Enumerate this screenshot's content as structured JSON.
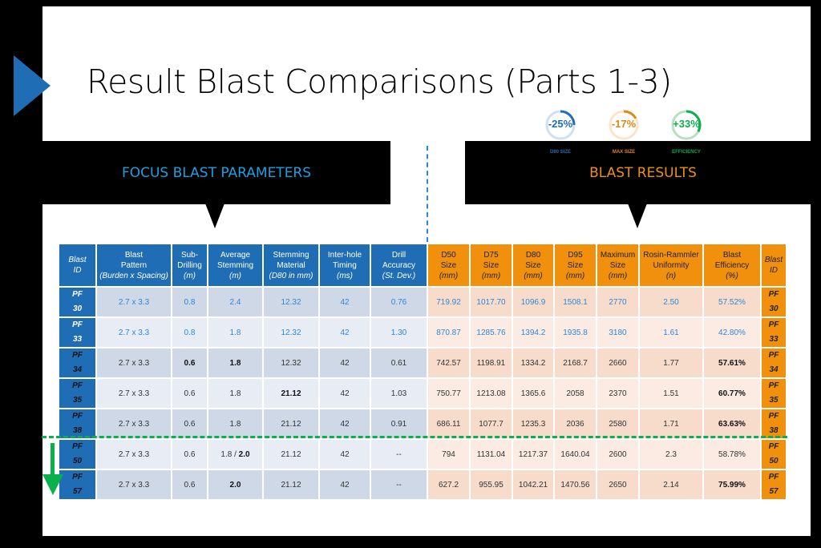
{
  "title": "Result Blast Comparisons (Parts 1-3)",
  "section_left": "FOCUS BLAST PARAMETERS",
  "section_right": "BLAST RESULTS",
  "kpis": [
    {
      "value": "-25%",
      "label": "D80 SIZE",
      "color": "#1f6db5",
      "track": "#cfe0f3",
      "fill": 0.25
    },
    {
      "value": "-17%",
      "label": "MAX SIZE",
      "color": "#e08a10",
      "track": "#fde3c8",
      "fill": 0.17
    },
    {
      "value": "+33%",
      "label": "EFFICIENCY",
      "color": "#0ab04b",
      "track": "#b8dfc0",
      "fill": 0.33
    }
  ],
  "headers": {
    "id": [
      "Blast",
      "ID"
    ],
    "pattern": [
      "Blast",
      "Pattern",
      "(Burden x Spacing)"
    ],
    "sub": [
      "Sub-",
      "Drilling",
      "(m)"
    ],
    "avg": [
      "Average",
      "Stemming",
      "(m)"
    ],
    "stem": [
      "Stemming",
      "Material",
      "(D80 in mm)"
    ],
    "timing": [
      "Inter-hole",
      "Timing",
      "(ms)"
    ],
    "drill": [
      "Drill",
      "Accuracy",
      "(St. Dev.)"
    ],
    "d50": [
      "D50",
      "Size",
      "(mm)"
    ],
    "d75": [
      "D75",
      "Size",
      "(mm)"
    ],
    "d80": [
      "D80",
      "Size",
      "(mm)"
    ],
    "d95": [
      "D95",
      "Size",
      "(mm)"
    ],
    "max": [
      "Maximum",
      "Size",
      "(mm)"
    ],
    "rr": [
      "Rosin-Rammler",
      "Uniformity",
      "(n)"
    ],
    "eff": [
      "Blast",
      "Efficiency",
      "(%)"
    ]
  },
  "rows": [
    {
      "id": [
        "PF",
        "30"
      ],
      "pattern": "2.7 x 3.3",
      "sub": "0.8",
      "avg": "2.4",
      "stem": "12.32",
      "timing": "42",
      "drill": "0.76",
      "d50": "719.92",
      "d75": "1017.70",
      "d80": "1096.9",
      "d95": "1508.1",
      "max": "2770",
      "rr": "2.50",
      "eff": "57.52%"
    },
    {
      "id": [
        "PF",
        "33"
      ],
      "pattern": "2.7 x 3.3",
      "sub": "0.8",
      "avg": "1.8",
      "stem": "12.32",
      "timing": "42",
      "drill": "1.30",
      "d50": "870.87",
      "d75": "1285.76",
      "d80": "1394.2",
      "d95": "1935.8",
      "max": "3180",
      "rr": "1.61",
      "eff": "42.80%"
    },
    {
      "id": [
        "PF",
        "34"
      ],
      "pattern": "2.7 x 3.3",
      "sub": "0.6",
      "avg": "1.8",
      "stem": "12.32",
      "timing": "42",
      "drill": "0.61",
      "d50": "742.57",
      "d75": "1198.91",
      "d80": "1334.2",
      "d95": "2168.7",
      "max": "2660",
      "rr": "1.77",
      "eff": "57.61%"
    },
    {
      "id": [
        "PF",
        "35"
      ],
      "pattern": "2.7 x 3.3",
      "sub": "0.6",
      "avg": "1.8",
      "stem": "21.12",
      "timing": "42",
      "drill": "1.03",
      "d50": "750.77",
      "d75": "1213.08",
      "d80": "1365.6",
      "d95": "2058",
      "max": "2370",
      "rr": "1.51",
      "eff": "60.77%"
    },
    {
      "id": [
        "PF",
        "38"
      ],
      "pattern": "2.7 x 3.3",
      "sub": "0.6",
      "avg": "1.8",
      "stem": "21.12",
      "timing": "42",
      "drill": "0.91",
      "d50": "686.11",
      "d75": "1077.7",
      "d80": "1235.3",
      "d95": "2036",
      "max": "2580",
      "rr": "1.71",
      "eff": "63.63%"
    },
    {
      "id": [
        "PF",
        "50"
      ],
      "pattern": "2.7 x 3.3",
      "sub": "0.6",
      "avg": "1.8 / ",
      "avg_bold": "2.0",
      "stem": "21.12",
      "timing": "42",
      "drill": "--",
      "d50": "794",
      "d75": "1131.04",
      "d80": "1217.37",
      "d95": "1640.04",
      "max": "2600",
      "rr": "2.3",
      "eff": "58.78%"
    },
    {
      "id": [
        "PF",
        "57"
      ],
      "pattern": "2.7 x 3.3",
      "sub": "0.6",
      "avg": "2.0",
      "stem": "21.12",
      "timing": "42",
      "drill": "--",
      "d50": "627.2",
      "d75": "955.95",
      "d80": "1042.21",
      "d95": "1470.56",
      "max": "2650",
      "rr": "2.14",
      "eff": "75.99%"
    }
  ],
  "bold_cells": {
    "2": [
      "sub",
      "avg",
      "eff"
    ],
    "3": [
      "stem",
      "eff"
    ],
    "4": [
      "eff"
    ],
    "6": [
      "avg",
      "eff"
    ]
  }
}
